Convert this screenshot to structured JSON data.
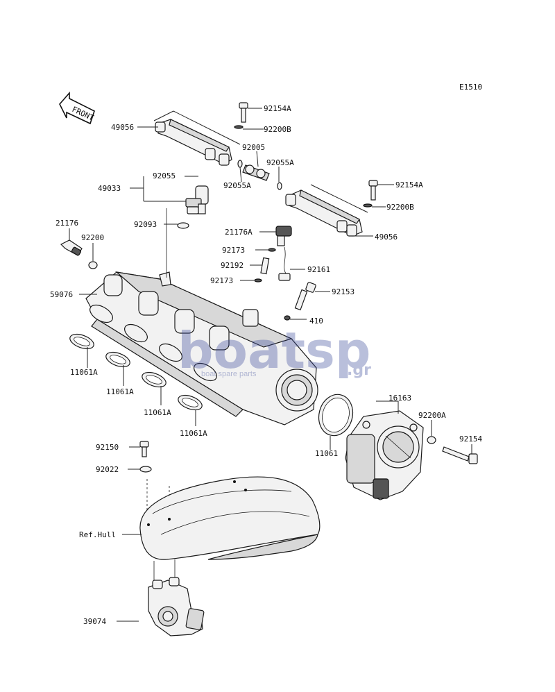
{
  "diagram": {
    "code": "E1510",
    "front_arrow_text": "FRONT",
    "watermark": {
      "brand": "boatsp",
      "suffix": ".gr",
      "tagline": "boat spare parts"
    },
    "labels": {
      "p92154A_top": "92154A",
      "p92200B_top": "92200B",
      "p49056_left": "49056",
      "p92005": "92005",
      "p92055A_right": "92055A",
      "p92055": "92055",
      "p92055A_left": "92055A",
      "p49033": "49033",
      "p92154A_right": "92154A",
      "p92200B_right": "92200B",
      "p21176": "21176",
      "p92093": "92093",
      "p21176A": "21176A",
      "p49056_right": "49056",
      "p92200": "92200",
      "p92173_top": "92173",
      "p92192": "92192",
      "p92161": "92161",
      "p92173_bot": "92173",
      "p92153": "92153",
      "p59076": "59076",
      "p410": "410",
      "p11061A_1": "11061A",
      "p11061A_2": "11061A",
      "p11061A_3": "11061A",
      "p11061A_4": "11061A",
      "p16163": "16163",
      "p92200A": "92200A",
      "p92154": "92154",
      "p11061": "11061",
      "p92150": "92150",
      "p92022": "92022",
      "ref_hull": "Ref.Hull",
      "p39074": "39074"
    }
  }
}
